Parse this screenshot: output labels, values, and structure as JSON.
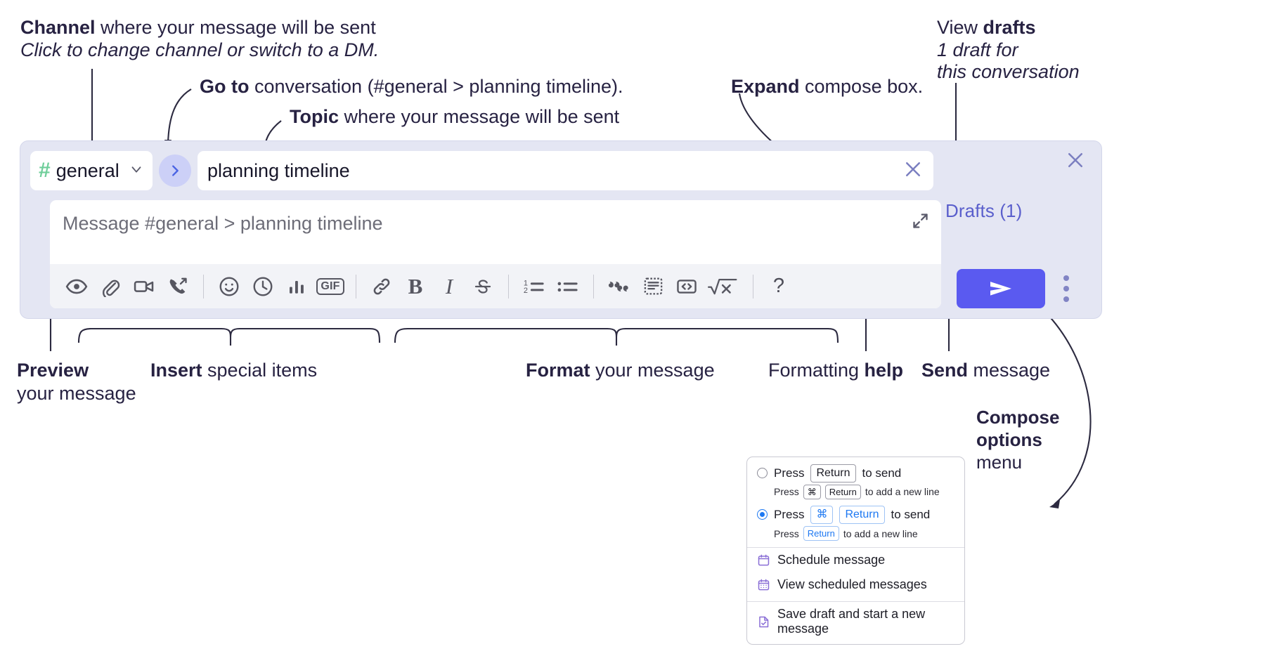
{
  "annotations": {
    "channel": {
      "bold": "Channel",
      "rest": " where your message will be sent",
      "sub": "Click to change channel or switch to a DM."
    },
    "goto": {
      "bold": "Go to",
      "rest": " conversation (#general > planning timeline)."
    },
    "topic": {
      "bold": "Topic",
      "rest": " where your message will be sent"
    },
    "expand": {
      "bold": "Expand",
      "rest": " compose box."
    },
    "drafts": {
      "pre": "View ",
      "bold": "drafts",
      "sub1": "1 draft for",
      "sub2": "this conversation"
    },
    "preview": {
      "bold": "Preview",
      "sub": "your message"
    },
    "insert": {
      "bold": "Insert",
      "rest": " special items"
    },
    "format": {
      "bold": "Format",
      "rest": " your message"
    },
    "help": {
      "pre": "Formatting ",
      "bold": "help"
    },
    "send": {
      "bold": "Send",
      "rest": " message"
    },
    "options": {
      "bold1": "Compose",
      "bold2": "options",
      "rest": "menu"
    }
  },
  "compose": {
    "channel_name": "general",
    "hash_symbol": "#",
    "topic_value": "planning timeline",
    "message_placeholder": "Message #general > planning timeline",
    "drafts_label": "Drafts (1)",
    "toolbar": [
      {
        "name": "preview-icon",
        "title": "Preview"
      },
      {
        "name": "attachment-icon",
        "title": "Attach file"
      },
      {
        "name": "video-icon",
        "title": "Record video clip"
      },
      {
        "name": "audio-call-icon",
        "title": "Record audio clip"
      },
      {
        "name": "separator",
        "title": ""
      },
      {
        "name": "emoji-icon",
        "title": "Emoji"
      },
      {
        "name": "clock-icon",
        "title": "Schedule"
      },
      {
        "name": "poll-icon",
        "title": "Poll"
      },
      {
        "name": "gif-icon",
        "title": "GIF"
      },
      {
        "name": "separator",
        "title": ""
      },
      {
        "name": "link-icon",
        "title": "Link"
      },
      {
        "name": "bold-icon",
        "title": "Bold"
      },
      {
        "name": "italic-icon",
        "title": "Italic"
      },
      {
        "name": "strikethrough-icon",
        "title": "Strikethrough"
      },
      {
        "name": "separator",
        "title": ""
      },
      {
        "name": "ordered-list-icon",
        "title": "Ordered list"
      },
      {
        "name": "bulleted-list-icon",
        "title": "Bulleted list"
      },
      {
        "name": "separator",
        "title": ""
      },
      {
        "name": "blockquote-icon",
        "title": "Blockquote"
      },
      {
        "name": "code-block-icon",
        "title": "Code block"
      },
      {
        "name": "code-icon",
        "title": "Code"
      },
      {
        "name": "math-icon",
        "title": "Math"
      },
      {
        "name": "separator",
        "title": ""
      },
      {
        "name": "help-icon",
        "title": "Formatting help"
      }
    ],
    "gif_label": "GIF",
    "help_label": "?"
  },
  "options_menu": {
    "rows": [
      {
        "selected": false,
        "pre": "Press",
        "keys": [
          "Return"
        ],
        "post": "to send",
        "sub_pre": "Press",
        "sub_keys": [
          "⌘",
          "Return"
        ],
        "sub_post": "to add a new line"
      },
      {
        "selected": true,
        "pre": "Press",
        "keys": [
          "⌘",
          "Return"
        ],
        "post": "to send",
        "sub_pre": "Press",
        "sub_keys": [
          "Return"
        ],
        "sub_post": "to add a new line"
      }
    ],
    "items": [
      {
        "icon": "calendar-icon",
        "label": "Schedule message"
      },
      {
        "icon": "calendar-grid-icon",
        "label": "View scheduled messages"
      },
      {
        "icon": "save-draft-icon",
        "label": "Save draft and start a new message"
      }
    ]
  },
  "colors": {
    "panel_bg": "#e4e6f3",
    "send_button": "#5a5af0",
    "accent_link": "#5a5fcc",
    "hash_green": "#6fce9a",
    "goto_blue": "#4a63e3",
    "radio_blue": "#1d78f2",
    "menu_icon_purple": "#8a6fd6"
  }
}
